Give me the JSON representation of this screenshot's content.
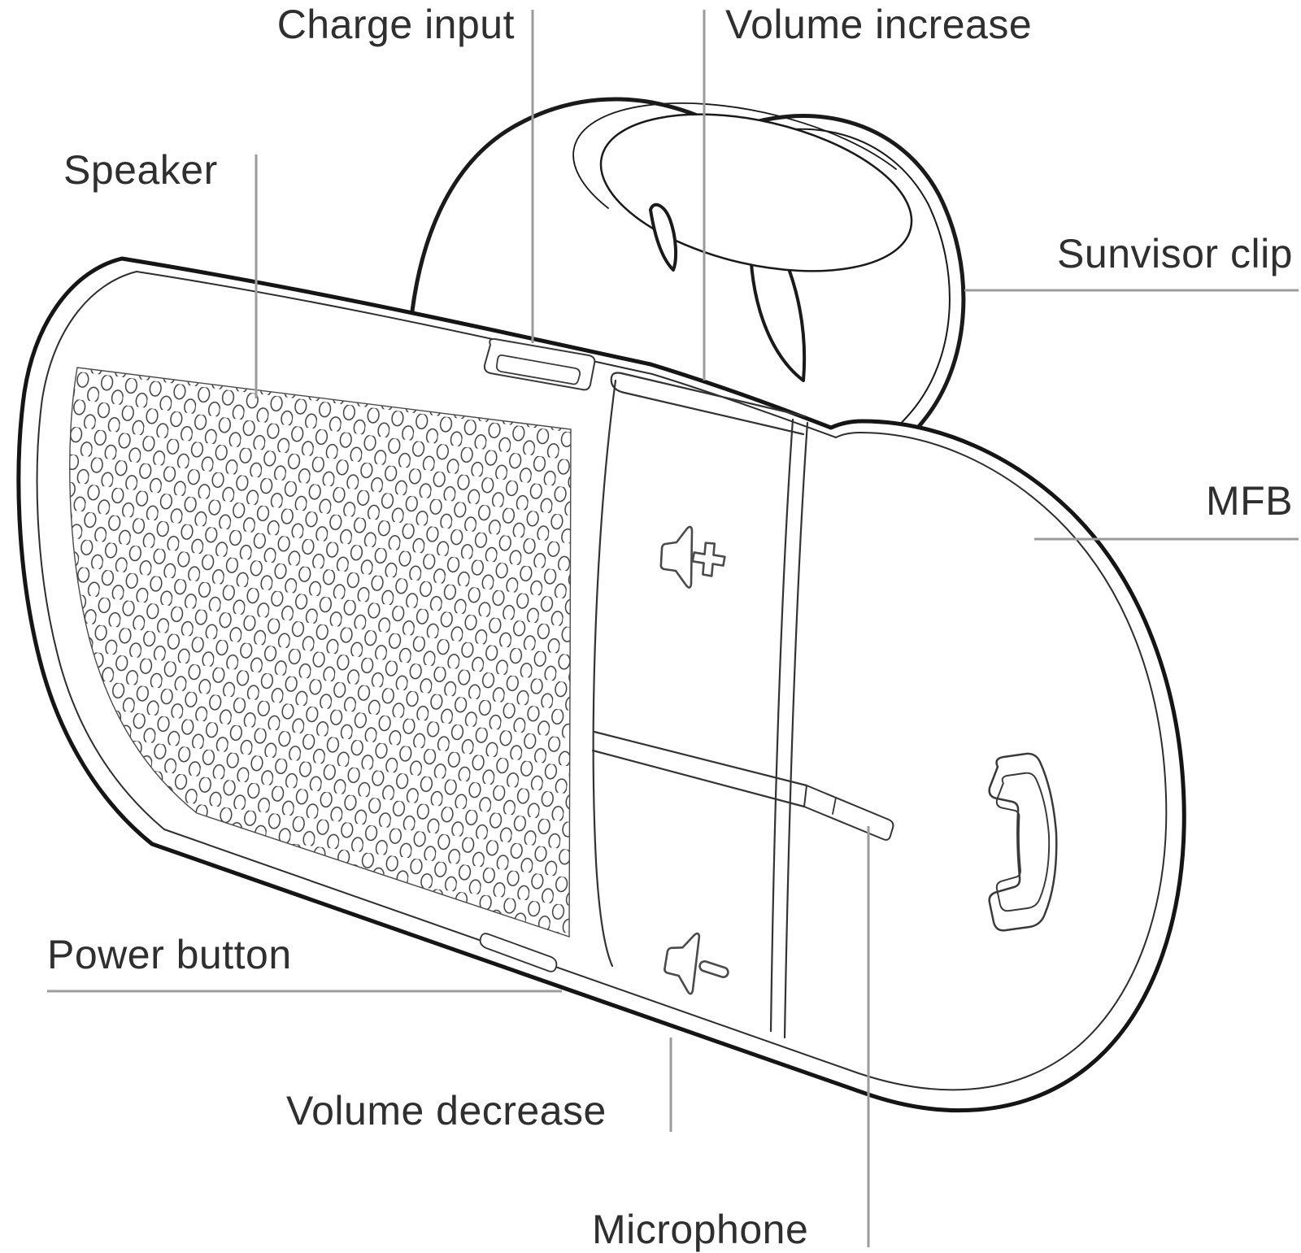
{
  "labels": {
    "charge_input": "Charge input",
    "volume_increase": "Volume increase",
    "speaker": "Speaker",
    "sunvisor_clip": "Sunvisor clip",
    "mfb": "MFB",
    "power_button": "Power button",
    "volume_decrease": "Volume decrease",
    "microphone": "Microphone"
  },
  "icons": {
    "volume_up": "speaker-plus-icon",
    "volume_down": "speaker-minus-icon",
    "call": "phone-handset-icon"
  },
  "colors": {
    "outline": "#1a1a1a",
    "detail_line": "#3a3a3a",
    "leader_line": "#9b9b9b",
    "label_text": "#2f2f2f",
    "background": "#ffffff"
  }
}
